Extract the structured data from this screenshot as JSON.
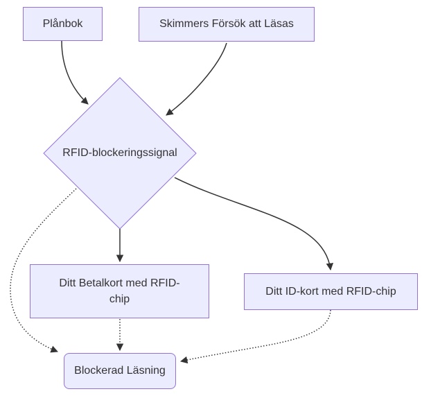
{
  "diagram": {
    "type": "flowchart",
    "background": "#ffffff",
    "colors": {
      "node_fill": "#ECECFF",
      "node_border": "#9370DB",
      "edge_color": "#333333",
      "text_color": "#333333"
    },
    "nodes": {
      "planbok": {
        "label": "Plånbok",
        "shape": "rect"
      },
      "skimmers": {
        "label": "Skimmers Försök att Läsas",
        "shape": "rect"
      },
      "decision": {
        "label": "RFID-blockeringssignal",
        "shape": "diamond"
      },
      "betalkort": {
        "label": "Ditt Betalkort med RFID-chip",
        "shape": "rect"
      },
      "idkort": {
        "label": "Ditt ID-kort med RFID-chip",
        "shape": "rect"
      },
      "blockerad": {
        "label": "Blockerad Läsning",
        "shape": "rounded-rect"
      }
    },
    "edges": [
      {
        "from": "planbok",
        "to": "decision",
        "style": "solid"
      },
      {
        "from": "skimmers",
        "to": "decision",
        "style": "solid"
      },
      {
        "from": "decision",
        "to": "betalkort",
        "style": "solid"
      },
      {
        "from": "decision",
        "to": "idkort",
        "style": "solid"
      },
      {
        "from": "decision",
        "to": "blockerad",
        "style": "dotted"
      },
      {
        "from": "betalkort",
        "to": "blockerad",
        "style": "dotted"
      },
      {
        "from": "idkort",
        "to": "blockerad",
        "style": "dotted"
      }
    ]
  }
}
